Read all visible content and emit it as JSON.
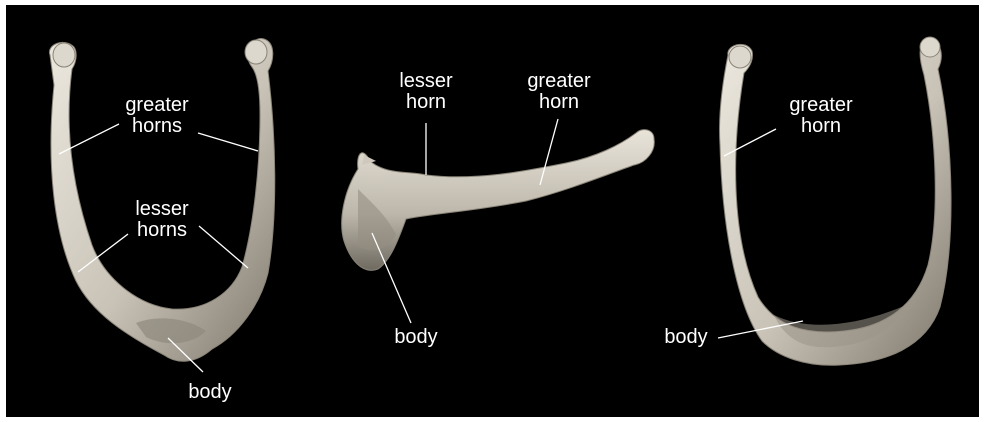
{
  "colors": {
    "background": "#000000",
    "bone_light": "#e2ddd2",
    "bone_mid": "#b7b1a5",
    "bone_dark": "#6e695f",
    "label_text": "#ffffff",
    "leader_line": "#ffffff"
  },
  "views": [
    {
      "id": "anterior",
      "labels": {
        "greater": [
          "greater",
          "horns"
        ],
        "lesser": [
          "lesser",
          "horns"
        ],
        "body": [
          "body"
        ]
      }
    },
    {
      "id": "lateral",
      "labels": {
        "lesser": [
          "lesser",
          "horn"
        ],
        "greater": [
          "greater",
          "horn"
        ],
        "body": [
          "body"
        ]
      }
    },
    {
      "id": "superior",
      "labels": {
        "greater": [
          "greater",
          "horn"
        ],
        "body": [
          "body"
        ]
      }
    }
  ]
}
